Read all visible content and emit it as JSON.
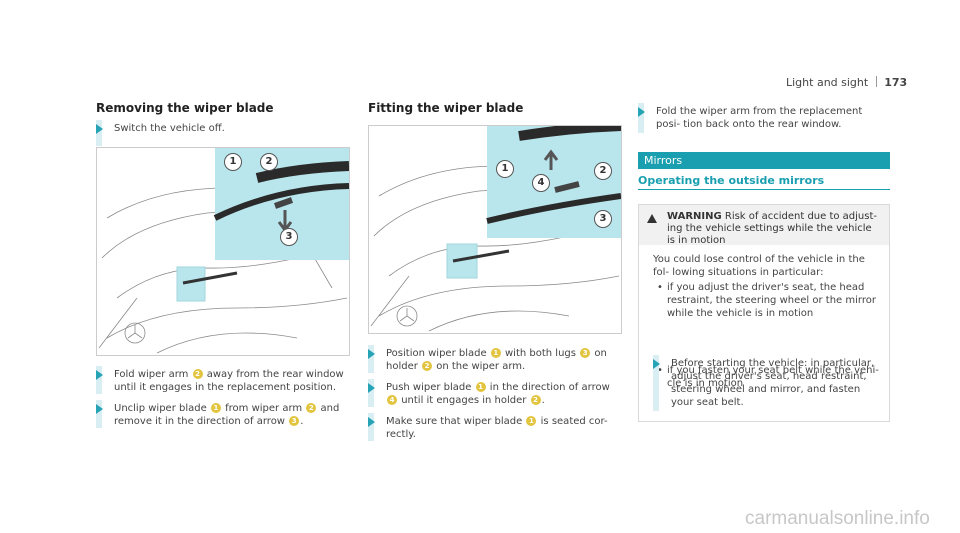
{
  "header": {
    "section": "Light and sight",
    "page": "173"
  },
  "col1": {
    "title": "Removing the wiper blade",
    "step0": "Switch the vehicle off.",
    "s1": {
      "a": "Fold wiper arm",
      "b": "away from the rear window",
      "c": "until it engages in the replacement position."
    },
    "s2": {
      "a": "Unclip wiper blade",
      "b": "from wiper arm",
      "c": "and",
      "d": "remove it in the direction of arrow",
      "e": "."
    },
    "fig": {
      "n1": "1",
      "n2": "2",
      "n3": "3"
    }
  },
  "col2": {
    "title": "Fitting the wiper blade",
    "s1": {
      "a": "Position wiper blade",
      "b": "with both lugs",
      "c": "on",
      "d": "holder",
      "e": "on the wiper arm."
    },
    "s2": {
      "a": "Push wiper blade",
      "b": "in the direction of arrow",
      "c": "until it engages in holder",
      "d": "."
    },
    "s3": {
      "a": "Make sure that wiper blade",
      "b": "is seated cor-",
      "c": "rectly."
    },
    "fig": {
      "n1": "1",
      "n2": "2",
      "n3": "3",
      "n4": "4"
    }
  },
  "col3": {
    "step": "Fold the wiper arm from the replacement posi- tion back onto the rear window.",
    "mirrors": "Mirrors",
    "subhead": "Operating the outside mirrors",
    "warning": {
      "label": "WARNING",
      "text": "Risk of accident due to adjust- ing the vehicle settings while the vehicle is in motion",
      "body": "You could lose control of the vehicle in the fol- lowing situations in particular:",
      "b1": "if you adjust the driver's seat, the head restraint, the steering wheel or the mirror while the vehicle is in motion",
      "b2": "if you fasten your seat belt while the vehi- cle is in motion",
      "step": "Before starting the vehicle: in particular, adjust the driver's seat, head restraint, steering wheel and mirror, and fasten your seat belt."
    }
  },
  "watermark": "carmanualsonline.info",
  "colors": {
    "accent": "#1a9fb0",
    "callout": "#e3c43f",
    "inset": "#b8e6ec"
  }
}
